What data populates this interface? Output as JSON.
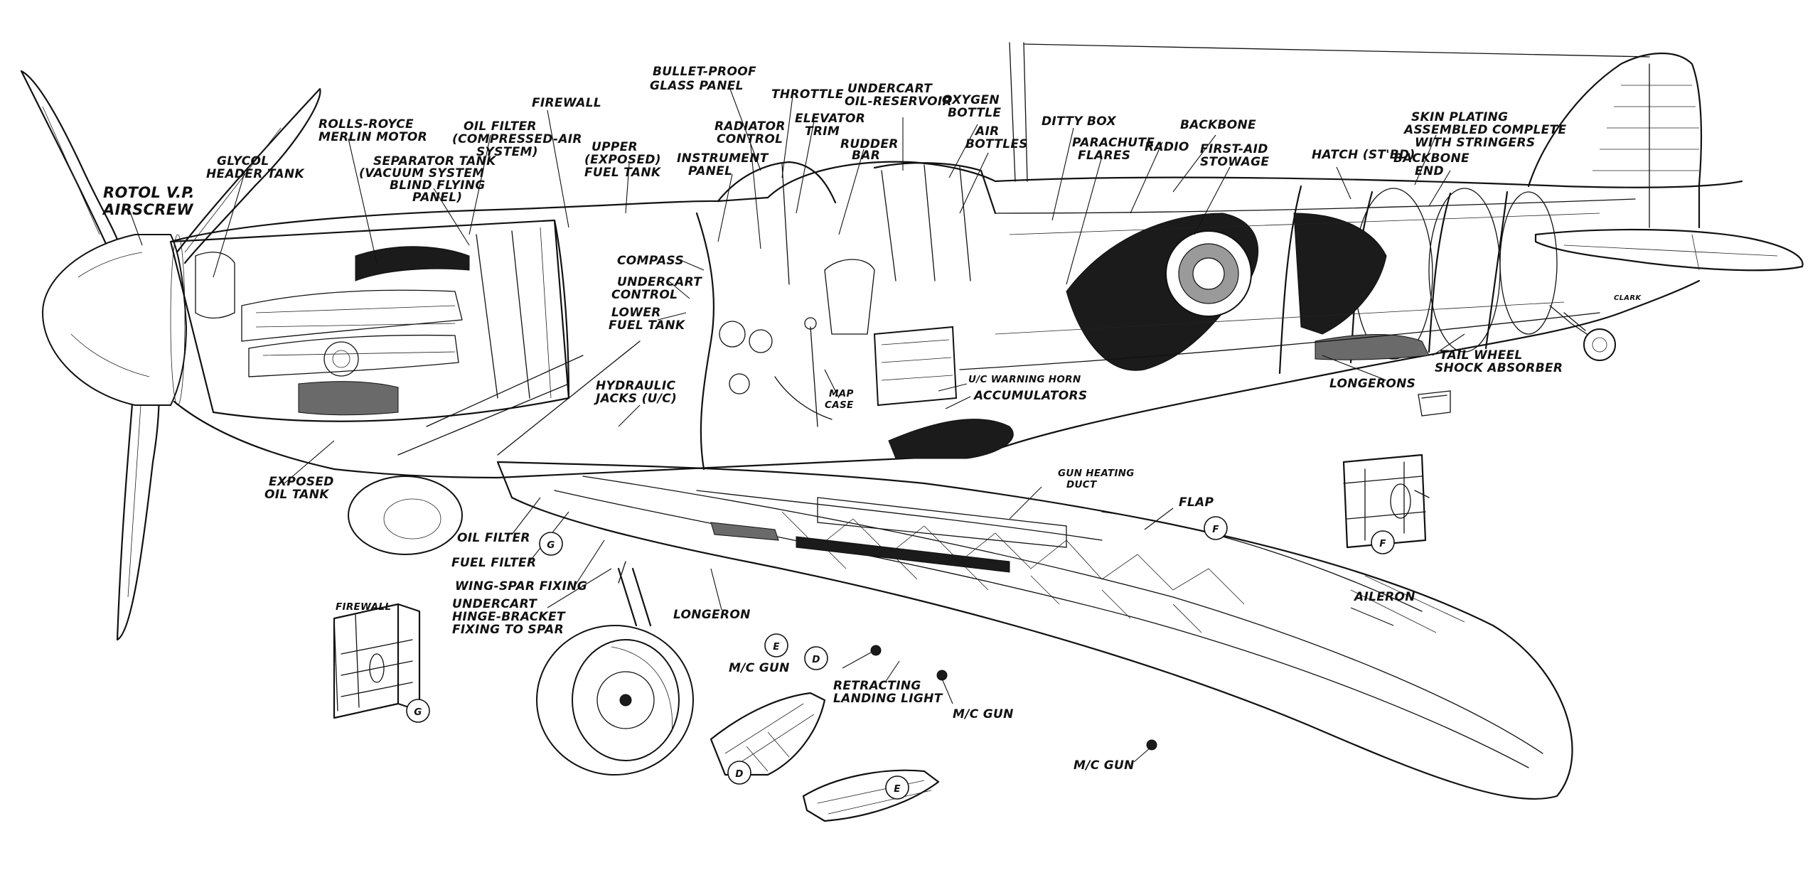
{
  "labels": {
    "rotol": [
      "ROTOL V.P.",
      "AIRSCREW"
    ],
    "glycol": [
      "GLYCOL",
      "HEADER TANK"
    ],
    "rolls_royce": [
      "ROLLS-ROYCE",
      "MERLIN  MOTOR"
    ],
    "oil_filter_top": [
      "OIL FILTER",
      "(COMPRESSED-AIR",
      "SYSTEM)"
    ],
    "separator_tank": [
      "SEPARATOR TANK",
      "(VACUUM SYSTEM",
      "BLIND FLYING",
      "PANEL)"
    ],
    "firewall_top": [
      "FIREWALL"
    ],
    "upper_fuel_tank": [
      "UPPER",
      "(EXPOSED)",
      "FUEL TANK"
    ],
    "bullet_proof": [
      "BULLET-PROOF",
      "GLASS PANEL"
    ],
    "throttle": [
      "THROTTLE"
    ],
    "undercart_oil": [
      "UNDERCART",
      "OIL-RESERVOIR"
    ],
    "oxygen_bottle": [
      "OXYGEN",
      "BOTTLE"
    ],
    "radiator_control": [
      "RADIATOR",
      "CONTROL"
    ],
    "elevator_trim": [
      "ELEVATOR",
      "TRIM"
    ],
    "instrument_panel": [
      "INSTRUMENT",
      "PANEL"
    ],
    "rudder_bar": [
      "RUDDER",
      "BAR"
    ],
    "air_bottles": [
      "AIR",
      "BOTTLES"
    ],
    "ditty_box": [
      "DITTY BOX"
    ],
    "parachute_flares": [
      "PARACHUTE",
      "FLARES"
    ],
    "radio": [
      "RADIO"
    ],
    "backbone": [
      "BACKBONE"
    ],
    "first_aid": [
      "FIRST-AID",
      "STOWAGE"
    ],
    "skin_plating": [
      "SKIN PLATING",
      "ASSEMBLED COMPLETE",
      "WITH STRINGERS"
    ],
    "hatch": [
      "HATCH (ST'BD)"
    ],
    "backbone_end": [
      "BACKBONE",
      "END"
    ],
    "compass": [
      "COMPASS"
    ],
    "undercart_control": [
      "UNDERCART",
      "CONTROL"
    ],
    "lower_fuel_tank": [
      "LOWER",
      "FUEL TANK"
    ],
    "hydraulic_jacks": [
      "HYDRAULIC",
      "JACKS (U/C)"
    ],
    "map_case": [
      "MAP",
      "CASE"
    ],
    "warning_horn": [
      "U/C WARNING HORN"
    ],
    "accumulators": [
      "ACCUMULATORS"
    ],
    "longerons": [
      "LONGERONS"
    ],
    "tail_wheel": [
      "TAIL WHEEL",
      "SHOCK ABSORBER"
    ],
    "exposed_oil_tank": [
      "EXPOSED",
      "OIL TANK"
    ],
    "oil_filter_bottom": [
      "OIL FILTER"
    ],
    "fuel_filter": [
      "FUEL FILTER"
    ],
    "wing_spar_fixing": [
      "WING-SPAR FIXING"
    ],
    "undercart_hinge": [
      "UNDERCART",
      "HINGE-BRACKET",
      "FIXING TO SPAR"
    ],
    "longeron": [
      "LONGERON"
    ],
    "gun_heating_duct": [
      "GUN HEATING",
      "DUCT"
    ],
    "flap": [
      "FLAP"
    ],
    "aileron": [
      "AILERON"
    ],
    "mc_gun_1": [
      "M/C GUN"
    ],
    "retracting_landing_light": [
      "RETRACTING",
      "LANDING LIGHT"
    ],
    "mc_gun_2": [
      "M/C GUN"
    ],
    "mc_gun_3": [
      "M/C GUN"
    ],
    "firewall_detail": [
      "FIREWALL"
    ],
    "signature": [
      "CLARK"
    ]
  },
  "detail_keys": {
    "g": "G",
    "f": "F",
    "e": "E",
    "d": "D"
  },
  "colors": {
    "ink": "#111111",
    "paper": "#ffffff",
    "shadow": "#1b1b1b",
    "mid_grey": "#6a6a6a"
  }
}
